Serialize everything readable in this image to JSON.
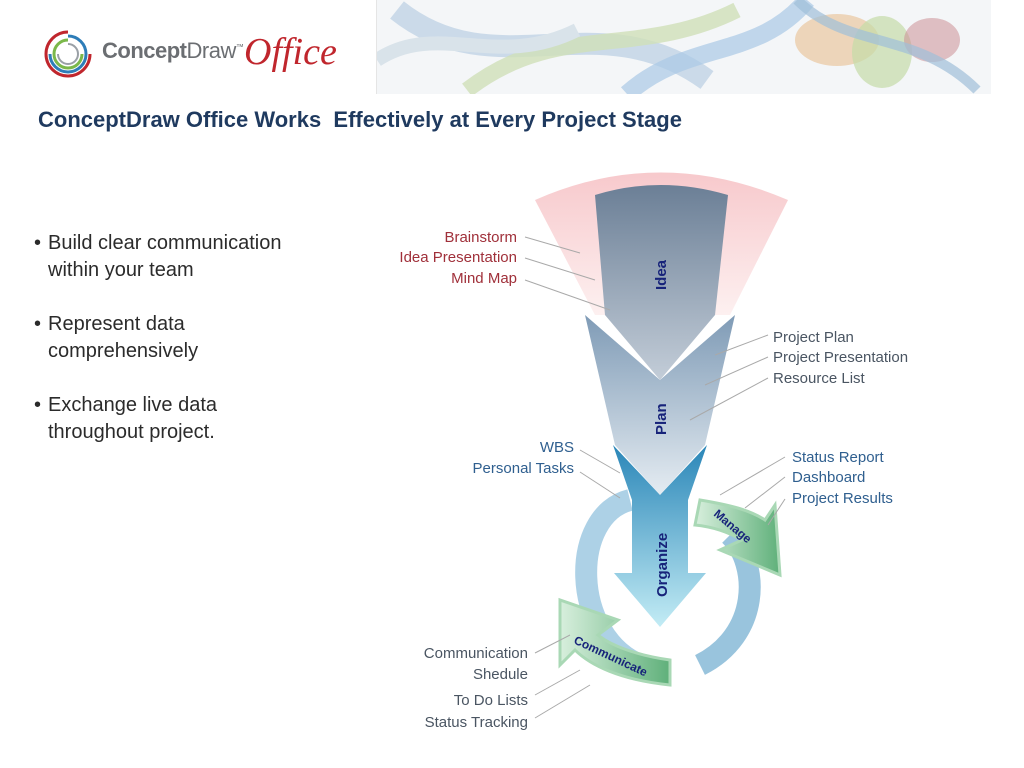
{
  "logo": {
    "brand_bold": "Concept",
    "brand_light": "Draw",
    "tm": "™",
    "product": "Office"
  },
  "title": "ConceptDraw Office Works  Effectively at Every Project Stage",
  "bullets": [
    {
      "line1": "Build clear communication",
      "line2": "within your team"
    },
    {
      "line1": "Represent data",
      "line2": "comprehensively"
    },
    {
      "line1": "Exchange live data",
      "line2": "throughout project."
    }
  ],
  "diagram": {
    "stages": {
      "idea": "Idea",
      "plan": "Plan",
      "organize": "Organize",
      "manage": "Manage",
      "communicate": "Communicate"
    },
    "idea_items": [
      "Brainstorm",
      "Idea Presentation",
      "Mind Map"
    ],
    "plan_items": [
      "Project Plan",
      "Project Presentation",
      "Resource List"
    ],
    "organize_items": [
      "WBS",
      "Personal Tasks"
    ],
    "manage_items": [
      "Status Report",
      "Dashboard",
      "Project Results"
    ],
    "communicate_items": [
      "Communication",
      "Shedule",
      "To Do Lists",
      "Status Tracking"
    ]
  },
  "colors": {
    "title": "#1f3a5f",
    "idea_text": "#a0303a",
    "manage_text": "#2f5f8f",
    "logo_red": "#c0262d"
  }
}
